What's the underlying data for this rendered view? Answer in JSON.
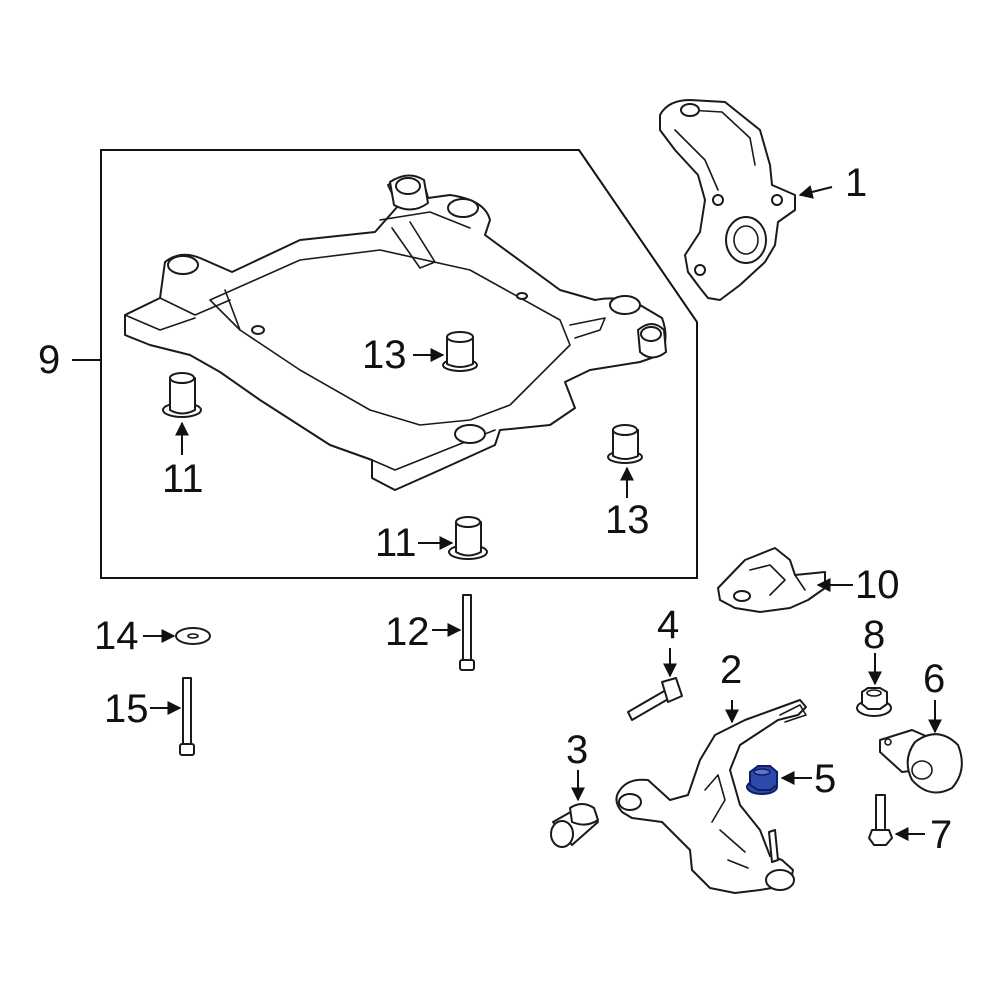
{
  "callouts": [
    {
      "id": "1",
      "label": "1"
    },
    {
      "id": "2",
      "label": "2"
    },
    {
      "id": "3",
      "label": "3"
    },
    {
      "id": "4",
      "label": "4"
    },
    {
      "id": "5",
      "label": "5"
    },
    {
      "id": "6",
      "label": "6"
    },
    {
      "id": "7",
      "label": "7"
    },
    {
      "id": "8",
      "label": "8"
    },
    {
      "id": "9",
      "label": "9"
    },
    {
      "id": "10",
      "label": "10"
    },
    {
      "id": "11a",
      "label": "11"
    },
    {
      "id": "11b",
      "label": "11"
    },
    {
      "id": "12",
      "label": "12"
    },
    {
      "id": "13a",
      "label": "13"
    },
    {
      "id": "13b",
      "label": "13"
    },
    {
      "id": "14",
      "label": "14"
    },
    {
      "id": "15",
      "label": "15"
    }
  ],
  "highlight_color": "#2e4aa8",
  "highlighted_part": "5"
}
